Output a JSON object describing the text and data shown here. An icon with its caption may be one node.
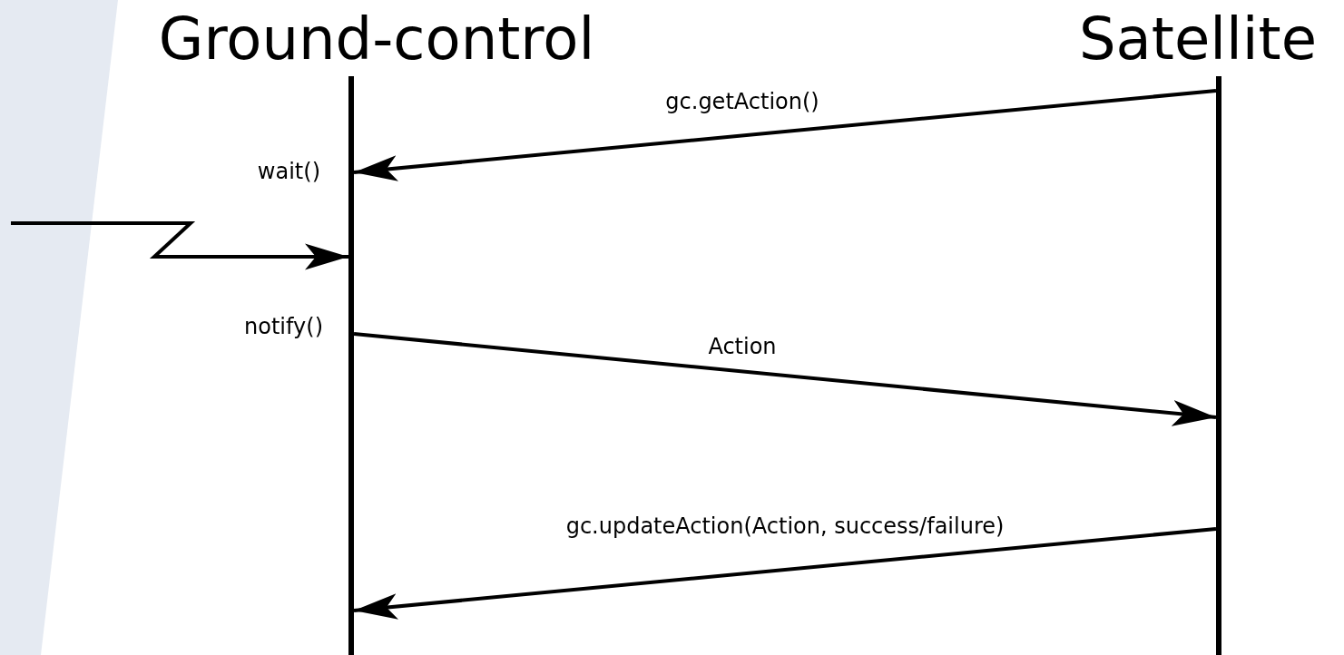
{
  "diagram": {
    "nodes": [
      {
        "text": [
          "Ground-control"
        ]
      },
      {
        "text": [
          "Satellite"
        ]
      }
    ],
    "edges": [
      {
        "from": 1,
        "to": 0,
        "arrow": "to",
        "label": "gc.getAction()"
      },
      {
        "from": null,
        "to": 0,
        "arrow": "to"
      },
      {
        "from": 0,
        "to": 1,
        "arrow": "to",
        "label": "Action"
      },
      {
        "from": 1,
        "to": 0,
        "arrow": "to",
        "label": "gc.updateAction(Action, success/failure)"
      }
    ],
    "labels": [
      "wait()",
      "notify()"
    ]
  }
}
